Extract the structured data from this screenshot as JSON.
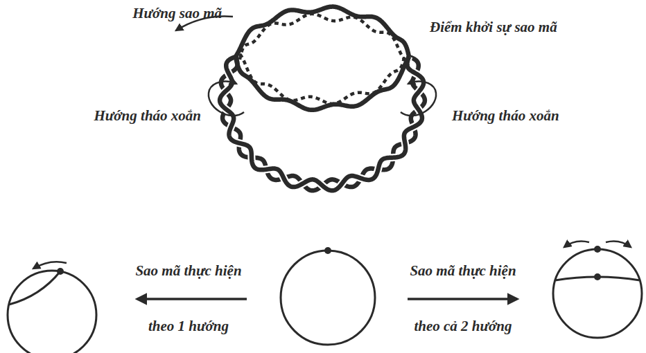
{
  "diagram": {
    "labels": [
      "Hướng sao mã",
      "Điểm khởi sự sao mã",
      "Hướng tháo xoắn",
      "Hướng tháo xoắn",
      "Sao mã thực hiện",
      "theo 1 hướng",
      "Sao mã thực hiện",
      "theo cả 2 hướng"
    ]
  }
}
